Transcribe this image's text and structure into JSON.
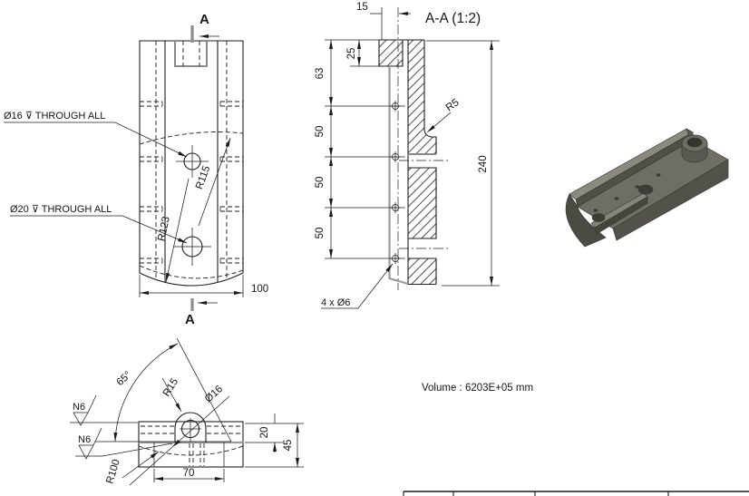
{
  "front_view": {
    "section_arrow_top_label": "A",
    "section_arrow_bottom_label": "A",
    "callout_d16": "Ø16 ⊽ THROUGH ALL",
    "callout_d20": "Ø20 ⊽ THROUGH ALL",
    "dim_r123": "R123",
    "dim_r115": "R115",
    "dim_width": "100"
  },
  "section_view": {
    "title": "A-A (1:2)",
    "dim_top": "15",
    "dim_25": "25",
    "dim_63": "63",
    "dim_50_1": "50",
    "dim_50_2": "50",
    "dim_50_3": "50",
    "dim_height": "240",
    "dim_fillet": "R5",
    "callout_holes": "4 x Ø6"
  },
  "end_view": {
    "dim_angle": "65°",
    "dim_r15": "R15",
    "dim_d16": "Ø16",
    "dim_r100": "R100",
    "dim_width": "70",
    "dim_depth": "20",
    "dim_height": "45",
    "finish_top": "N6",
    "finish_slot": "N6"
  },
  "notes": {
    "volume": "Volume : 6203E+05 mm"
  },
  "colors": {
    "line": "#1a1a1a",
    "gray_edge": "#9a9a9a",
    "iso_top": "#6f6e65",
    "iso_rail_top": "#8b8a7f",
    "iso_side": "#52514a",
    "iso_dark": "#45443d"
  }
}
